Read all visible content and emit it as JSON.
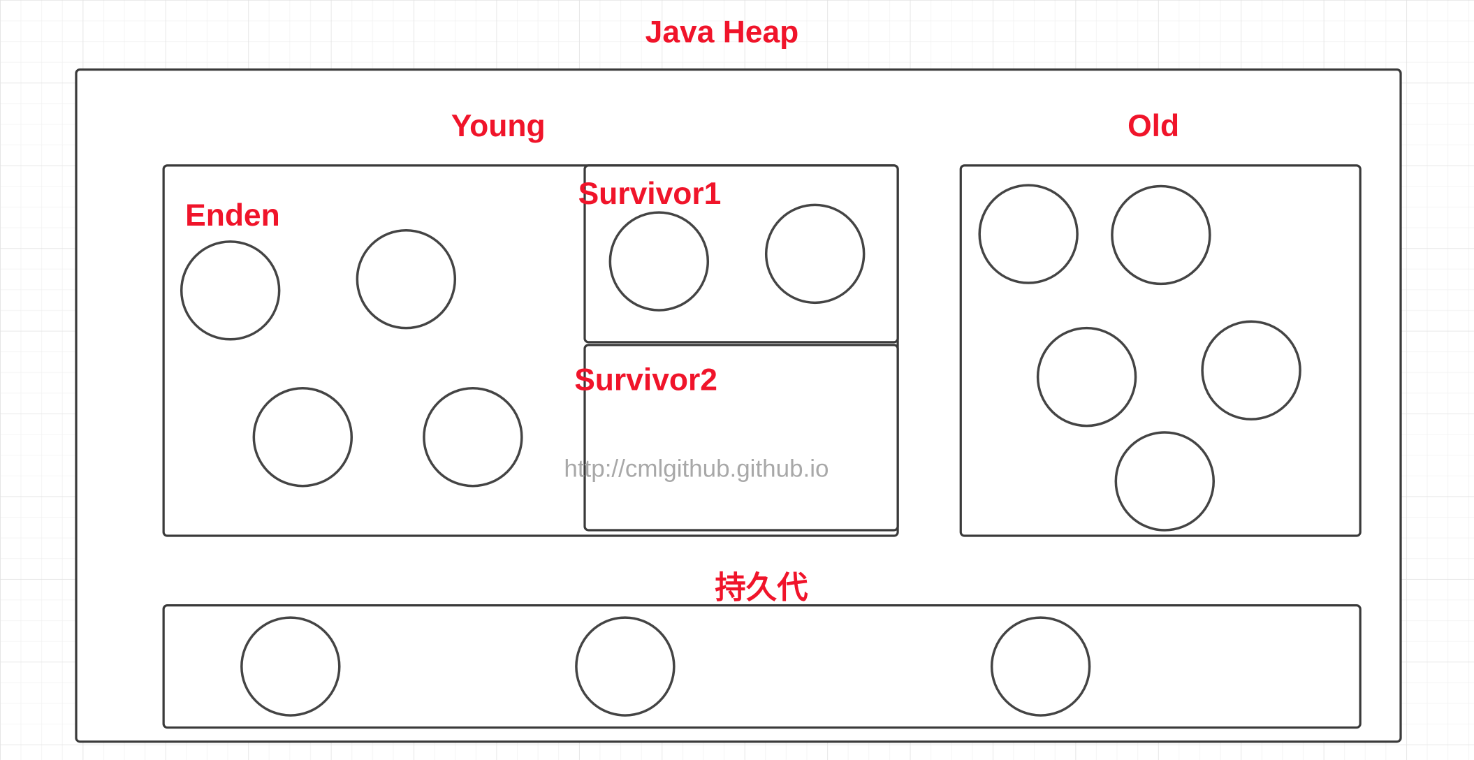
{
  "title": "Java Heap",
  "regions": {
    "young": "Young",
    "old": "Old",
    "eden": "Enden",
    "survivor1": "Survivor1",
    "survivor2": "Survivor2",
    "permanent": "持久代"
  },
  "object_counts": {
    "eden": 4,
    "survivor1": 2,
    "survivor2": 0,
    "old": 5,
    "permanent": 3
  },
  "watermark": "http://cmlgithub.github.io",
  "colors": {
    "label": "#f0142a",
    "stroke": "#3a3a3a",
    "watermark": "#a8a8a8"
  }
}
